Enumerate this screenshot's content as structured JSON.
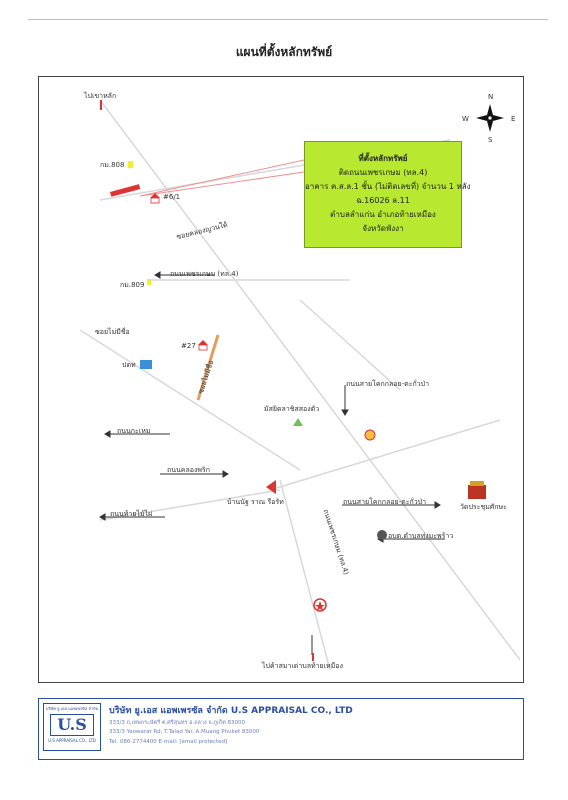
{
  "title": "แผนที่ตั้งหลักทรัพย์",
  "info_box": {
    "lines": [
      "ที่ตั้งหลักทรัพย์",
      "ติดถนนเพชรเกษม (ทล.4)",
      "อาคาร ค.ส.ล.1 ชั้น (ไม่ติดเลขที่) จำนวน 1 หลัง",
      "ฉ.16026 ล.11",
      "ตำบลลำแก่น อำเภอท้ายเหมือง",
      "จังหวัดพังงา"
    ],
    "color": "#b8e830"
  },
  "compass": {
    "n": "N",
    "s": "S",
    "e": "E",
    "w": "W"
  },
  "labels": {
    "to_khao_lak": "ไปเขาหลัก",
    "km808": "กม.808",
    "km809": "กม.809",
    "house_461": "#6/1",
    "soi_khlong": "ซอยคลองญวนใต้",
    "road_phetkasem": "ถนนเพชรเกษม (ทล.4)",
    "soi_mai_chue": "ซอยไม่มีชื่อ",
    "house_27": "#27",
    "soi_mai_mi_chue2": "ซอยไม่มีชื่อ",
    "ptt": "ปตท",
    "mosque": "มัสยิดลาชิสสองตัว",
    "road_right1": "ถนนสายโคกกลอย-ตะกั่วป่า",
    "road_left1": "ถนนกะเหม",
    "road_left2": "ถนนคลองพริก",
    "road_left3": "ถนนท้ายไม้ไผ่",
    "house_center": "บ้านนัฐ ราณ รือรัท",
    "road_right2": "ถนนสายโคกกลอย-ตะกั่วป่า",
    "temple": "วัดประชุมศักษะ",
    "tambon_office": "อบต.ตำบลทุ่งมะพร้าว",
    "road_phetkasem_vert": "ถนนเพชรเกษม (ทล.4)",
    "to_amphoe": "ไปค้าสมาเด่าบลท้ายเหมือง"
  },
  "footer": {
    "logo_top": "บริษัท ยู.เอส แอพเพรซัล จำกัด",
    "logo_mark": "U.S",
    "logo_bottom": "U.S APPRAISAL CO., LTD",
    "company": "บริษัท ยู.เอส แอพเพรซัล จำกัด U.S APPRAISAL CO., LTD",
    "addr1": "333/3 ถ.เทพกระษัตรี ต.ศรีสุนทร อ.ถลาง จ.ภูเก็ต 83000",
    "addr2": "333/3 Yaowarat Rd, T.Talad Yai, A.Muang Phuket 83000",
    "addr3": "Tel. 086-2774400  E-mail: [email protected]"
  }
}
